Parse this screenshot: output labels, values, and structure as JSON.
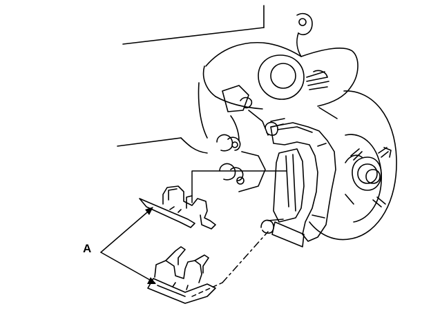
{
  "figure": {
    "callout_label": "A",
    "ink_color": "#000000",
    "background_color": "#ffffff",
    "parts": [
      "brake-caliper-bracket",
      "brake-rotor-disc",
      "wheel-hub",
      "steering-knuckle",
      "pad-retaining-clip-upper",
      "pad-retaining-clip-lower",
      "brake-pad"
    ]
  }
}
